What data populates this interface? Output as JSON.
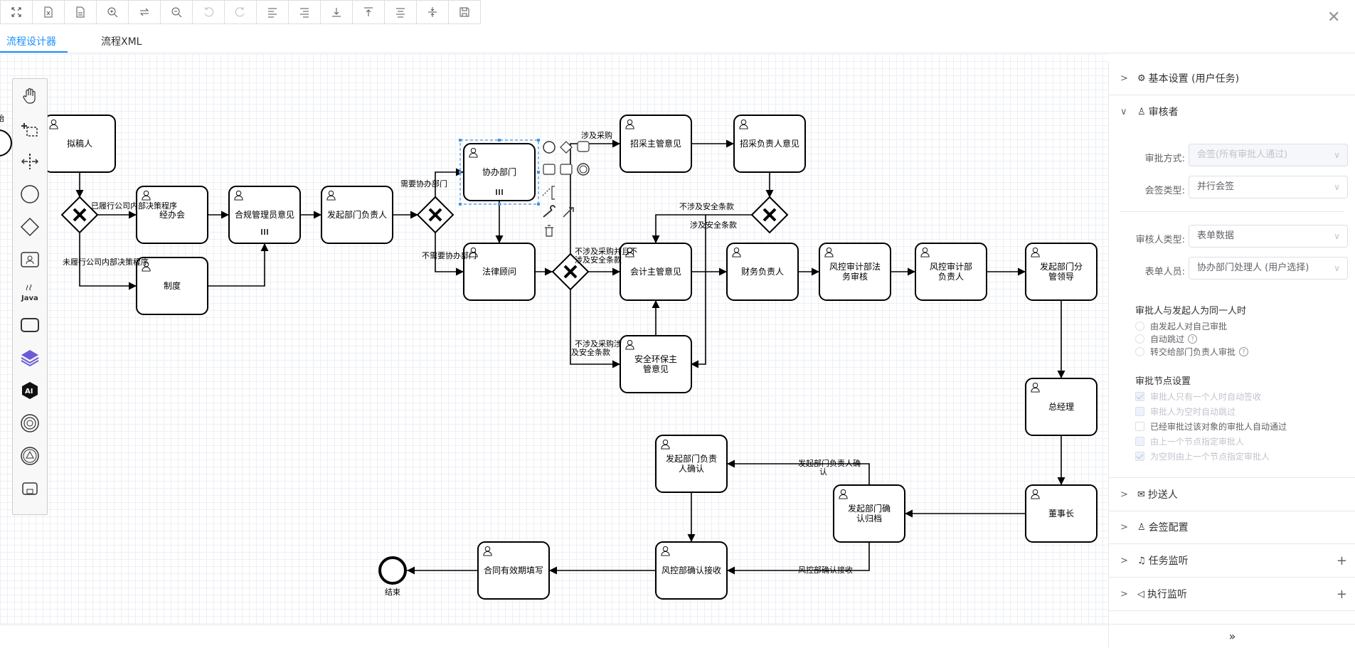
{
  "toolbar": {
    "buttons": [
      {
        "name": "fit-view",
        "icon": "fit-screen-icon",
        "enabled": true
      },
      {
        "name": "export-xml",
        "icon": "xml-file-icon",
        "enabled": true
      },
      {
        "name": "export-file",
        "icon": "file-icon",
        "enabled": true
      },
      {
        "name": "zoom-in",
        "icon": "zoom-in-icon",
        "enabled": true
      },
      {
        "name": "reset-zoom",
        "icon": "repeat-icon",
        "enabled": true
      },
      {
        "name": "zoom-out",
        "icon": "zoom-out-icon",
        "enabled": true
      },
      {
        "name": "undo",
        "icon": "undo-icon",
        "enabled": false
      },
      {
        "name": "redo",
        "icon": "redo-icon",
        "enabled": false
      },
      {
        "name": "align-left",
        "icon": "align-left-icon",
        "enabled": true
      },
      {
        "name": "align-right",
        "icon": "align-right-icon",
        "enabled": true
      },
      {
        "name": "align-bottom",
        "icon": "align-bottom-icon",
        "enabled": true
      },
      {
        "name": "align-top",
        "icon": "align-top-icon",
        "enabled": true
      },
      {
        "name": "align-center",
        "icon": "align-center-icon",
        "enabled": true
      },
      {
        "name": "align-middle",
        "icon": "align-middle-icon",
        "enabled": true
      },
      {
        "name": "save",
        "icon": "save-icon",
        "enabled": true
      }
    ]
  },
  "tabs": {
    "designer": "流程设计器",
    "xml": "流程XML"
  },
  "palette": {
    "items": [
      "hand-tool-icon",
      "lasso-tool-icon",
      "space-tool-icon",
      "start-event-icon",
      "gateway-icon",
      "user-task-icon",
      "java-task-icon",
      "subprocess-icon",
      "layers-icon",
      "ai-icon",
      "intermediate-event-icon",
      "signal-event-icon",
      "call-activity-icon"
    ]
  },
  "diagram": {
    "start_label": "开始",
    "end_label": "结束",
    "tasks": {
      "t_draft": "拟稿人",
      "t_office": "经办会",
      "t_system": "制度",
      "t_compliance": "合规管理员意见",
      "t_initdept": "发起部门负责人",
      "t_coop": "协办部门",
      "t_legal": "法律顾问",
      "t_purch_mgr": "招采主管意见",
      "t_purch_head": "招采负责人意见",
      "t_acct": "会计主管意见",
      "t_safety": "安全环保主管意见",
      "t_fin": "财务负责人",
      "t_risk_legal": "风控审计部法务审核",
      "t_risk_head": "风控审计部负责人",
      "t_init_lead": "发起部门分管领导",
      "t_gm": "总经理",
      "t_chair": "董事长",
      "t_archive": "发起部门确认归档",
      "t_init_confirm": "发起部门负责人确认",
      "t_risk_receive": "风控部确认接收",
      "t_contract": "合同有效期填写"
    },
    "flows": {
      "f_performed": "已履行公司内部决策程序",
      "f_not_performed": "未履行公司内部决策程序",
      "f_need_coop": "需要协办部门",
      "f_no_coop": "不需要协办部门",
      "f_purchase": "涉及采购",
      "f_no_safety": "不涉及安全条款",
      "f_safety": "涉及安全条款",
      "f_no_purch_safe1": "不涉及采购并且不涉及安全条款",
      "f_no_purch_safe2": "不涉及采购涉及安全条款",
      "f_init_confirm": "发起部门负责人确认",
      "f_risk_receive": "风控部确认接收"
    }
  },
  "panel": {
    "sections": {
      "basic": "基本设置 (用户任务)",
      "approver": "审核者",
      "cc": "抄送人",
      "countersign": "会签配置",
      "task_listener": "任务监听",
      "exec_listener": "执行监听"
    },
    "approver": {
      "approve_mode_label": "审批方式:",
      "approve_mode_value": "会签(所有审批人通过)",
      "sign_type_label": "会签类型:",
      "sign_type_value": "并行会签",
      "approver_type_label": "审核人类型:",
      "approver_type_value": "表单数据",
      "form_user_label": "表单人员:",
      "form_user_value": "协办部门处理人 (用户选择)",
      "same_title": "审批人与发起人为同一人时",
      "same_options": [
        "由发起人对自己审批",
        "自动跳过",
        "转交给部门负责人审批"
      ],
      "node_title": "审批节点设置",
      "node_options": [
        {
          "label": "审批人只有一个人时自动签收",
          "checked": true,
          "disabled": true
        },
        {
          "label": "审批人为空时自动跳过",
          "checked": false,
          "disabled": true
        },
        {
          "label": "已经审批过该对象的审批人自动通过",
          "checked": false,
          "disabled": false
        },
        {
          "label": "由上一个节点指定审批人",
          "checked": false,
          "disabled": true
        },
        {
          "label": "为空则由上一个节点指定审批人",
          "checked": true,
          "disabled": true
        }
      ]
    },
    "collapse_label": "»"
  }
}
